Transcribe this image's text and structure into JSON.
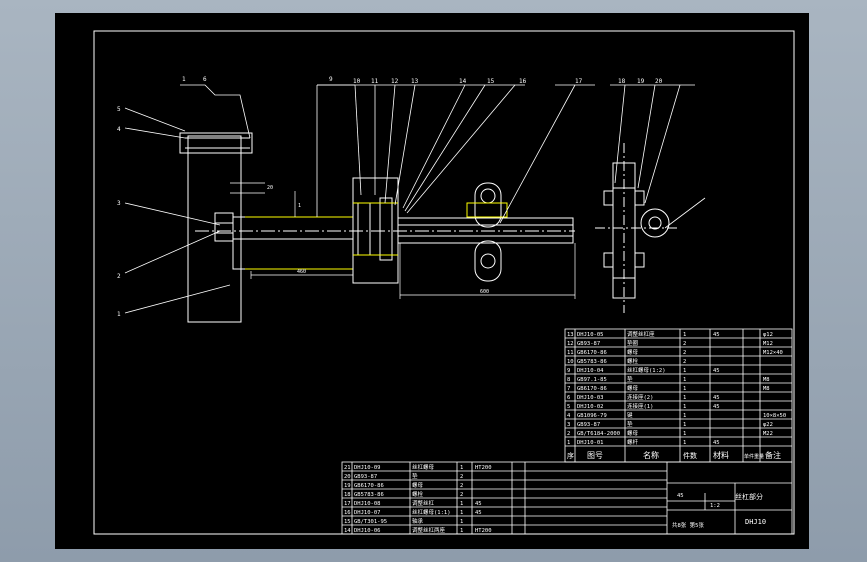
{
  "drawing": {
    "background_color": "#9aa7b4",
    "paper_color": "#000000",
    "line_color": "#ffffff",
    "highlight_color": "#ffff00",
    "callouts": [
      "1",
      "6",
      "9",
      "10",
      "11",
      "12",
      "13",
      "14",
      "15",
      "16",
      "17",
      "18",
      "19",
      "20",
      "5",
      "4",
      "3",
      "2",
      "1"
    ],
    "dimension_labels": [
      "460",
      "600",
      "20",
      "1"
    ],
    "header": {
      "seq": "序",
      "code": "图号",
      "name": "名称",
      "qty": "件数",
      "material": "材料",
      "unit_weight": "单件重量",
      "remark": "备注"
    },
    "parts_list": [
      {
        "seq": "13",
        "code": "DHJ10-05",
        "name": "调整丝杠座",
        "qty": "1",
        "mat": "45",
        "remark": "φ12"
      },
      {
        "seq": "12",
        "code": "GB93-87",
        "name": "垫圈",
        "qty": "2",
        "mat": "",
        "remark": "M12"
      },
      {
        "seq": "11",
        "code": "GB6170-86",
        "name": "螺母",
        "qty": "2",
        "mat": "",
        "remark": "M12×40"
      },
      {
        "seq": "10",
        "code": "GB5783-86",
        "name": "螺栓",
        "qty": "2",
        "mat": "",
        "remark": ""
      },
      {
        "seq": "9",
        "code": "DHJ10-04",
        "name": "丝杠螺母(1:2)",
        "qty": "1",
        "mat": "45",
        "remark": ""
      },
      {
        "seq": "8",
        "code": "GB97.1-85",
        "name": "垫",
        "qty": "1",
        "mat": "",
        "remark": "M8"
      },
      {
        "seq": "7",
        "code": "GB6170-86",
        "name": "螺母",
        "qty": "1",
        "mat": "",
        "remark": "M8"
      },
      {
        "seq": "6",
        "code": "DHJ10-03",
        "name": "连接座(2)",
        "qty": "1",
        "mat": "45",
        "remark": ""
      },
      {
        "seq": "5",
        "code": "DHJ10-02",
        "name": "连接座(1)",
        "qty": "1",
        "mat": "45",
        "remark": ""
      },
      {
        "seq": "4",
        "code": "GB1096-79",
        "name": "键",
        "qty": "1",
        "mat": "",
        "remark": "10×8×50"
      },
      {
        "seq": "3",
        "code": "GB93-87",
        "name": "垫",
        "qty": "1",
        "mat": "",
        "remark": "φ22"
      },
      {
        "seq": "2",
        "code": "GB/T6184-2000",
        "name": "螺母",
        "qty": "1",
        "mat": "",
        "remark": "M22"
      },
      {
        "seq": "1",
        "code": "DHJ10-01",
        "name": "螺杆",
        "qty": "1",
        "mat": "45",
        "remark": ""
      }
    ],
    "lower_list": [
      {
        "seq": "21",
        "code": "DHJ10-09",
        "name": "丝杠螺母",
        "qty": "1",
        "mat": "HT200"
      },
      {
        "seq": "20",
        "code": "GB93-87",
        "name": "垫",
        "qty": "2",
        "mat": ""
      },
      {
        "seq": "19",
        "code": "GB6170-86",
        "name": "螺母",
        "qty": "2",
        "mat": ""
      },
      {
        "seq": "18",
        "code": "GB5783-86",
        "name": "螺栓",
        "qty": "2",
        "mat": ""
      },
      {
        "seq": "17",
        "code": "DHJ10-08",
        "name": "调整丝杠",
        "qty": "1",
        "mat": "45"
      },
      {
        "seq": "16",
        "code": "DHJ10-07",
        "name": "丝杠螺母(1:1)",
        "qty": "1",
        "mat": "45"
      },
      {
        "seq": "15",
        "code": "GB/T301-95",
        "name": "轴承",
        "qty": "1",
        "mat": ""
      },
      {
        "seq": "14",
        "code": "DHJ10-06",
        "name": "调整丝杠两座",
        "qty": "1",
        "mat": "HT200"
      }
    ],
    "title_block": {
      "drawing_name": "丝杠部分",
      "drawing_no": "DHJ10",
      "scale": "1:2",
      "sheets": "共8张 第5张",
      "material_note": "45"
    }
  }
}
